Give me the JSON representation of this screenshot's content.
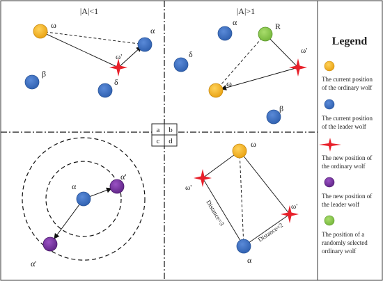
{
  "quadrants": {
    "a_label": "|A|<1",
    "b_label": "|A|>1"
  },
  "center_grid": {
    "a": "a",
    "b": "b",
    "c": "c",
    "d": "d"
  },
  "wolves": {
    "omega": "ω",
    "omega_prime": "ω'",
    "alpha": "α",
    "alpha_prime": "α'",
    "beta": "β",
    "delta": "δ",
    "random": "R"
  },
  "distances": {
    "d1": "Distance=3",
    "d2": "Distance=2"
  },
  "legend": {
    "title": "Legend",
    "items": [
      {
        "color": "#F5B325",
        "shape": "circle",
        "lines": [
          "The current position",
          "of the ordinary wolf"
        ]
      },
      {
        "color": "#3D70C3",
        "shape": "circle",
        "lines": [
          "The current position",
          "of the leader wolf"
        ]
      },
      {
        "color": "#E8202A",
        "shape": "star",
        "lines": [
          "The new position of",
          "the ordinary wolf"
        ]
      },
      {
        "color": "#7530A0",
        "shape": "circle",
        "lines": [
          "The new position of",
          "the leader wolf"
        ]
      },
      {
        "color": "#8CC84B",
        "shape": "circle",
        "lines": [
          "The position of a",
          "randomly selected",
          "ordinary wolf"
        ]
      }
    ]
  },
  "colors": {
    "ordinary": "#F5B325",
    "leader": "#3D70C3",
    "new_ordinary": "#E8202A",
    "new_leader": "#7530A0",
    "random": "#8CC84B"
  }
}
